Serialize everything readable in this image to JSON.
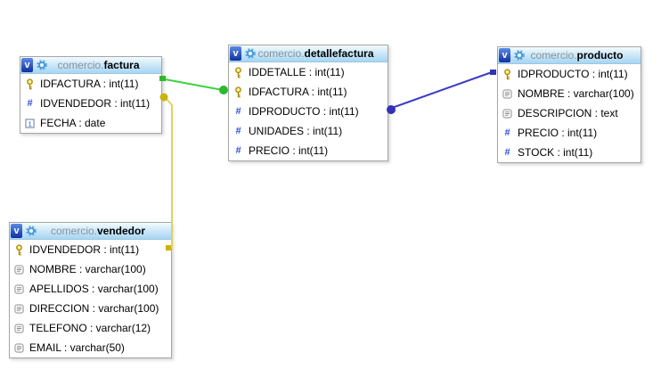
{
  "icons": {
    "toggle_glyph": "v"
  },
  "tables": [
    {
      "id": "factura",
      "schema": "comercio.",
      "name": "factura",
      "fields": [
        {
          "icon": "primary-key-icon",
          "label": "IDFACTURA : int(11)"
        },
        {
          "icon": "numeric-icon",
          "label": "IDVENDEDOR : int(11)"
        },
        {
          "icon": "date-icon",
          "label": "FECHA : date"
        }
      ]
    },
    {
      "id": "detallefactura",
      "schema": "comercio.",
      "name": "detallefactura",
      "fields": [
        {
          "icon": "primary-key-icon",
          "label": "IDDETALLE : int(11)"
        },
        {
          "icon": "primary-key-icon",
          "label": "IDFACTURA : int(11)"
        },
        {
          "icon": "numeric-icon",
          "label": "IDPRODUCTO : int(11)"
        },
        {
          "icon": "numeric-icon",
          "label": "UNIDADES : int(11)"
        },
        {
          "icon": "numeric-icon",
          "label": "PRECIO : int(11)"
        }
      ]
    },
    {
      "id": "producto",
      "schema": "comercio.",
      "name": "producto",
      "fields": [
        {
          "icon": "primary-key-icon",
          "label": "IDPRODUCTO : int(11)"
        },
        {
          "icon": "text-icon",
          "label": "NOMBRE : varchar(100)"
        },
        {
          "icon": "text-icon",
          "label": "DESCRIPCION : text"
        },
        {
          "icon": "numeric-icon",
          "label": "PRECIO : int(11)"
        },
        {
          "icon": "numeric-icon",
          "label": "STOCK : int(11)"
        }
      ]
    },
    {
      "id": "vendedor",
      "schema": "comercio.",
      "name": "vendedor",
      "fields": [
        {
          "icon": "primary-key-icon",
          "label": "IDVENDEDOR : int(11)"
        },
        {
          "icon": "text-icon",
          "label": "NOMBRE : varchar(100)"
        },
        {
          "icon": "text-icon",
          "label": "APELLIDOS : varchar(100)"
        },
        {
          "icon": "text-icon",
          "label": "DIRECCION : varchar(100)"
        },
        {
          "icon": "text-icon",
          "label": "TELEFONO : varchar(12)"
        },
        {
          "icon": "text-icon",
          "label": "EMAIL : varchar(50)"
        }
      ]
    }
  ],
  "relations": [
    {
      "name": "detallefactura.IDFACTURA -> factura.IDFACTURA",
      "line": "#3fd23f",
      "marker": "#2eb82e",
      "points": [
        [
          180,
          88
        ],
        [
          250,
          101
        ]
      ],
      "dot": [
        251,
        101,
        5
      ],
      "square": [
        179,
        85,
        7,
        6
      ]
    },
    {
      "name": "factura.IDVENDEDOR -> vendedor.IDVENDEDOR",
      "line": "#dcd45e",
      "marker": "#c9b405",
      "points": [
        [
          186,
          110
        ],
        [
          193,
          118
        ],
        [
          193,
          278
        ],
        [
          190,
          278
        ]
      ],
      "dot": [
        184,
        109,
        4.5
      ],
      "square": [
        186,
        275,
        6,
        6
      ]
    },
    {
      "name": "detallefactura.IDPRODUCTO -> producto.IDPRODUCTO",
      "line": "#3c3cc4",
      "marker": "#3232b8",
      "points": [
        [
          440,
          121
        ],
        [
          552,
          81
        ]
      ],
      "dot": [
        439,
        123,
        5
      ],
      "square": [
        550,
        78,
        7,
        6
      ]
    }
  ],
  "colors": {
    "canvas_background": "#ffffff",
    "table_border": "#a6a6a6",
    "header_gradient_top": "#f4fbfe",
    "header_gradient_bottom": "#a6d5f3",
    "schema_text": "#8a9298",
    "relation_green": "#3fd23f",
    "relation_yellow": "#dcd45e",
    "relation_blue": "#3c3cc4"
  }
}
